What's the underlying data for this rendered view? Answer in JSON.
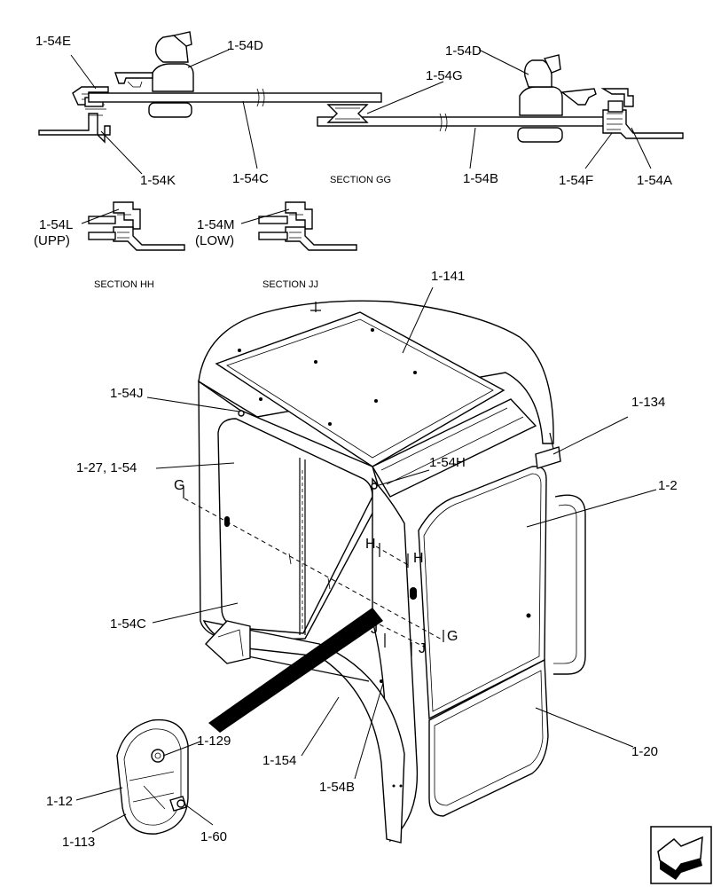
{
  "labels": {
    "l_54E": "1-54E",
    "l_54D_left": "1-54D",
    "l_54D_right": "1-54D",
    "l_54G": "1-54G",
    "l_54K": "1-54K",
    "l_54C_top": "1-54C",
    "l_54B_top": "1-54B",
    "l_54F": "1-54F",
    "l_54A": "1-54A",
    "l_54L": "1-54L",
    "l_upp": "(UPP)",
    "l_54M": "1-54M",
    "l_low": "(LOW)",
    "l_141": "1-141",
    "l_54J": "1-54J",
    "l_134": "1-134",
    "l_27_54": "1-27, 1-54",
    "l_54H": "1-54H",
    "l_2": "1-2",
    "l_54C_main": "1-54C",
    "l_129": "1-129",
    "l_20": "1-20",
    "l_154": "1-154",
    "l_12": "1-12",
    "l_54B_main": "1-54B",
    "l_113": "1-113",
    "l_60": "1-60"
  },
  "sections": {
    "gg": "SECTION GG",
    "hh": "SECTION HH",
    "jj": "SECTION JJ"
  },
  "cut_markers": {
    "g_left": "G",
    "g_right": "G",
    "h_left": "H",
    "h_right": "H",
    "j_left": "J",
    "j_right": "J"
  },
  "icons": {
    "nav": "navigation-arrow-icon"
  }
}
